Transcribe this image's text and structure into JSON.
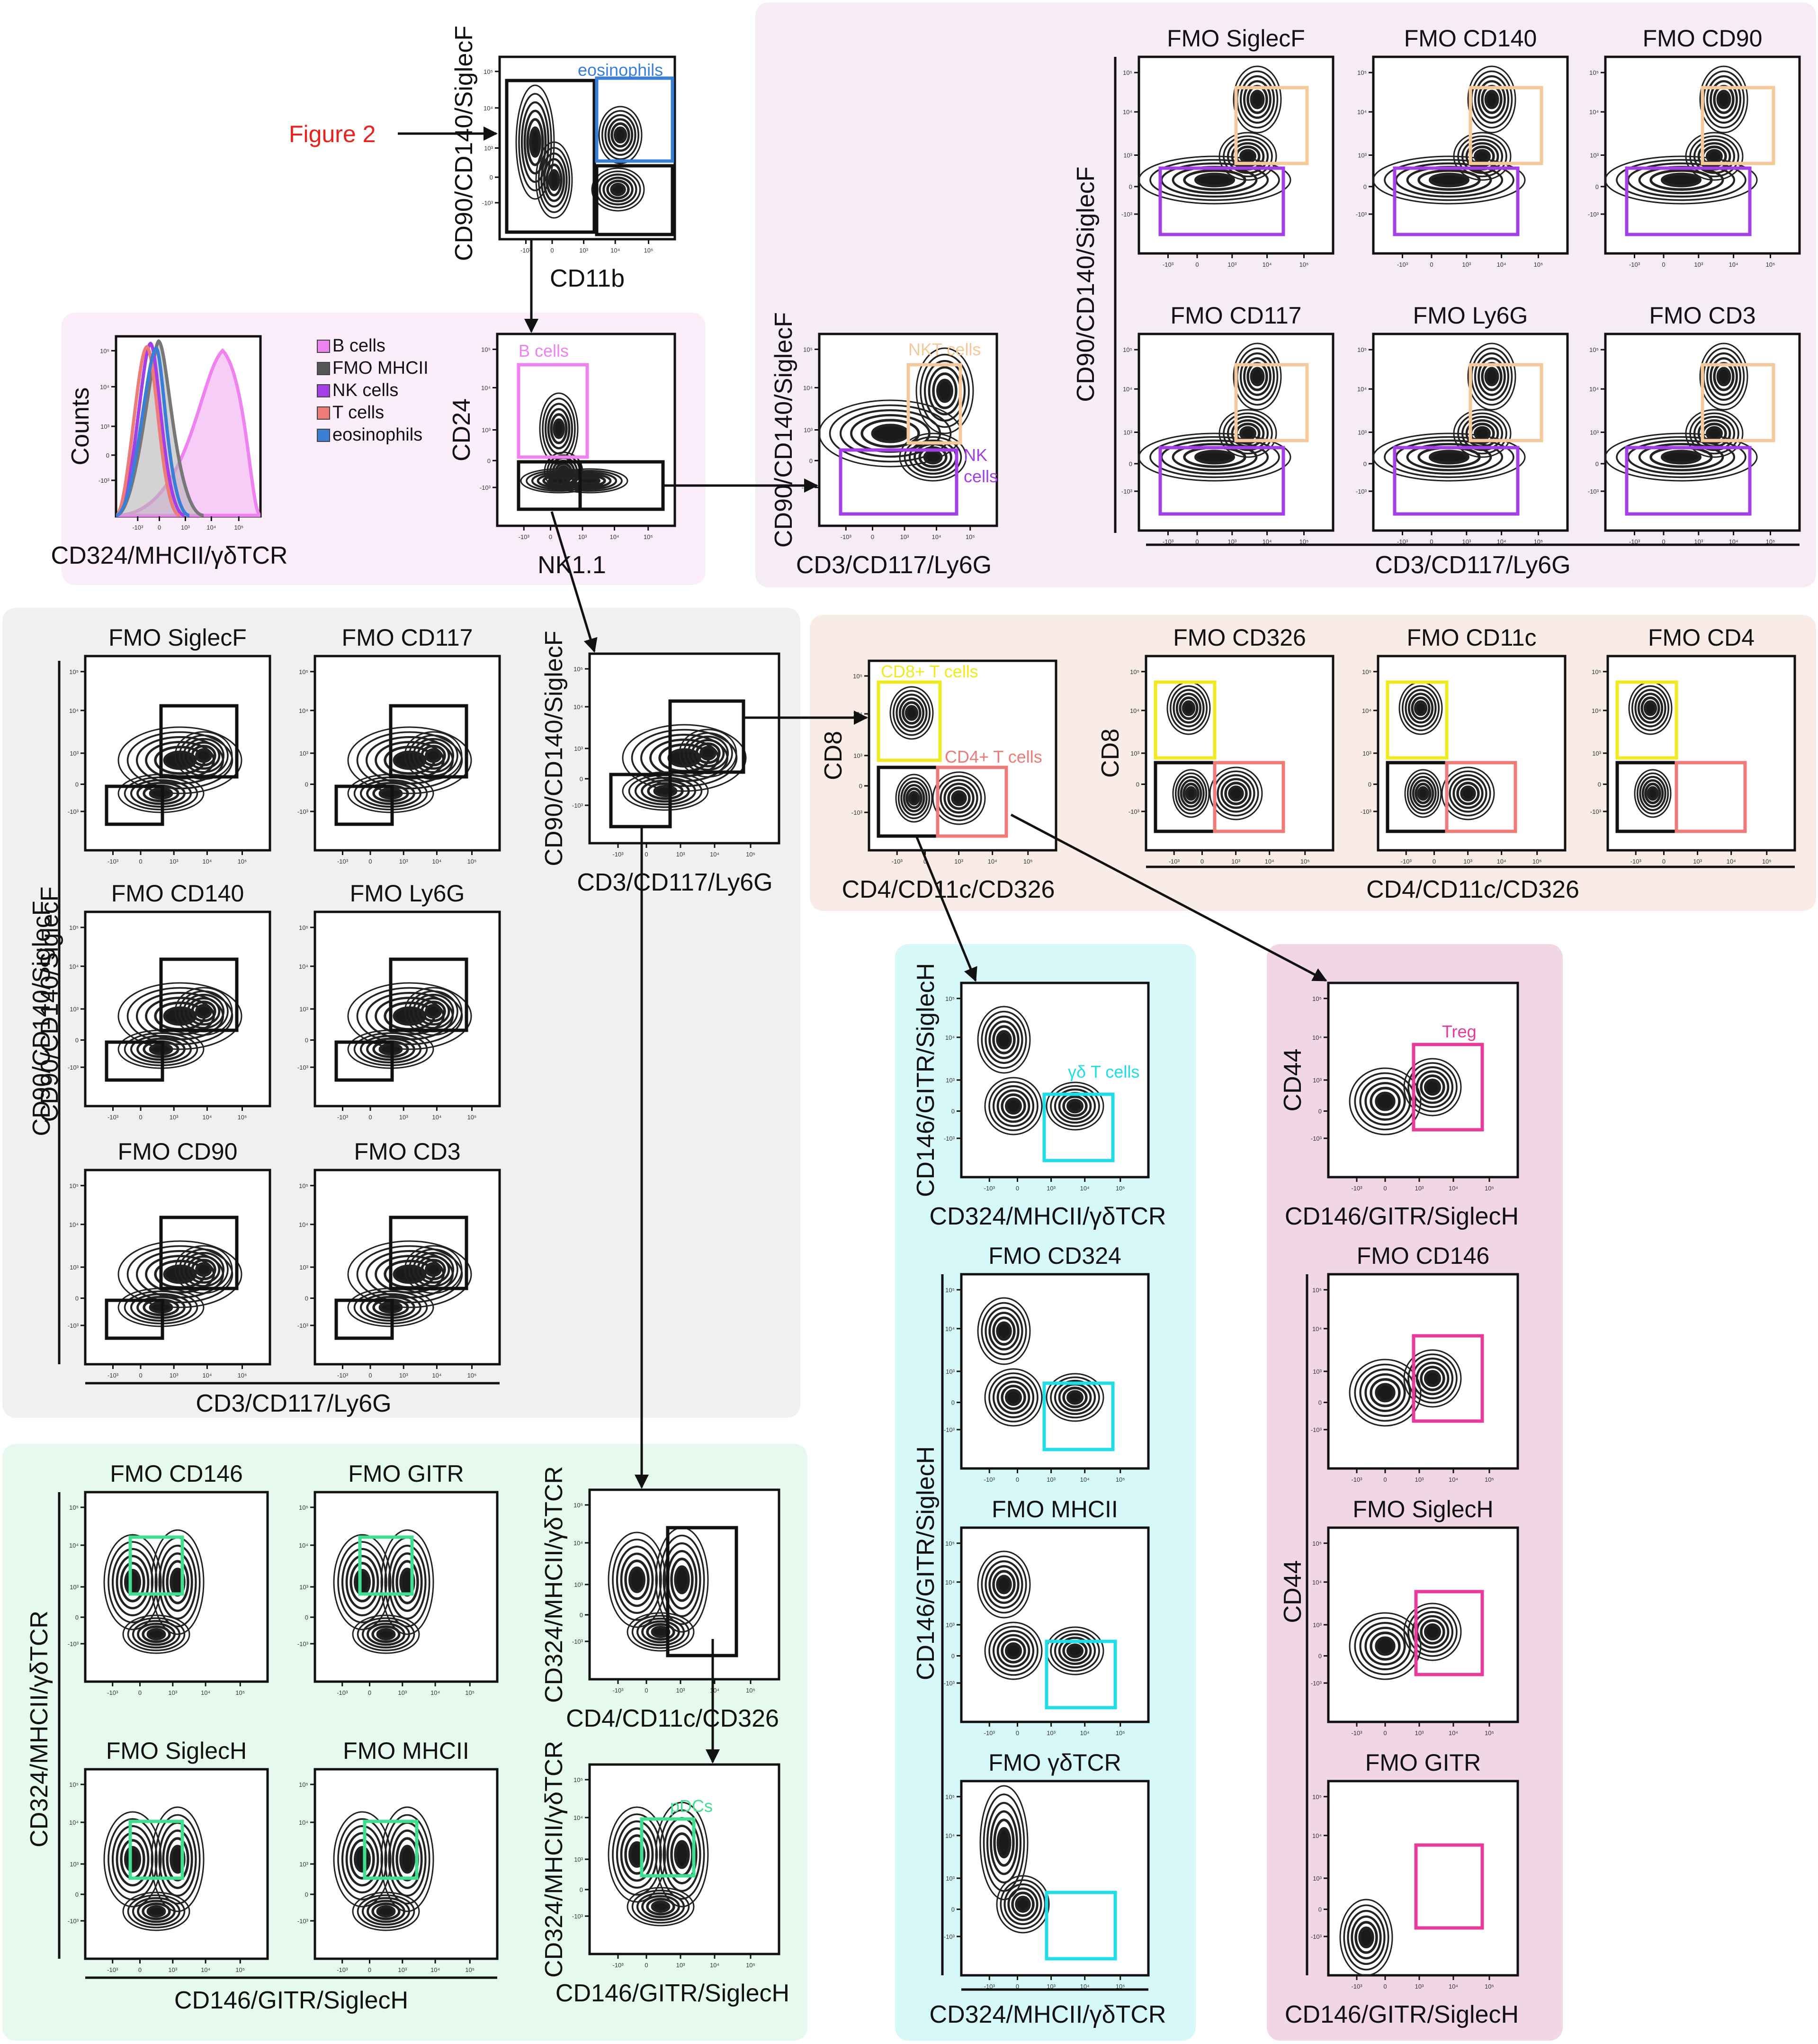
{
  "figure_ref": "Figure 2",
  "colors": {
    "eos_gate": "#3a7fd5",
    "b_gate": "#ee82ee",
    "nkt_gate": "#f5c99a",
    "nk_gate": "#a23fe6",
    "cd8_gate": "#f0ea22",
    "cd4_gate": "#ee7a7a",
    "gd_gate": "#22dde6",
    "treg_gate": "#e83a9a",
    "pdc_gate": "#3fdf8f",
    "figure_ref": "#e8221c",
    "bg_purple": "#f5ecf6",
    "bg_pink": "#fbeefa",
    "bg_gray": "#f0f0f0",
    "bg_salmon": "#f9ebe6",
    "bg_cyan": "#d7f8f9",
    "bg_mauve": "#f1d7e5",
    "bg_green": "#e6f9ee"
  },
  "axes": {
    "cd90_cd140_siglecf": "CD90/CD140/SiglecF",
    "cd11b": "CD11b",
    "counts": "Counts",
    "cd324_mhcii_gdtcr": "CD324/MHCII/γδTCR",
    "cd24": "CD24",
    "nk11": "NK1.1",
    "cd3_cd117_ly6g": "CD3/CD117/Ly6G",
    "cd8": "CD8",
    "cd4_cd11c_cd326": "CD4/CD11c/CD326",
    "cd146_gitr_siglech": "CD146/GITR/SiglecH",
    "cd44": "CD44"
  },
  "gate_labels": {
    "eosinophils": "eosinophils",
    "b_cells": "B cells",
    "nkt_cells": "NKT cells",
    "nk_cells_1": "NK",
    "nk_cells_2": "cells",
    "cd8_t": "CD8+ T cells",
    "cd4_t": "CD4+ T cells",
    "gd_t": "γδ T cells",
    "treg": "Treg",
    "pdcs": "pDCs"
  },
  "legend": [
    "B cells",
    "FMO MHCII",
    "NK cells",
    "T cells",
    "eosinophils"
  ],
  "fmo": {
    "siglecf": "FMO SiglecF",
    "cd140": "FMO CD140",
    "cd90": "FMO CD90",
    "cd117": "FMO CD117",
    "ly6g": "FMO Ly6G",
    "cd3": "FMO CD3",
    "cd326": "FMO CD326",
    "cd11c": "FMO CD11c",
    "cd4": "FMO CD4",
    "cd146": "FMO CD146",
    "gitr": "FMO GITR",
    "siglech": "FMO SiglecH",
    "mhcii": "FMO MHCII",
    "cd324": "FMO CD324",
    "gdtcr": "FMO γδTCR"
  },
  "ticks": {
    "x": [
      "-10³",
      "0",
      "10³",
      "10⁴",
      "10⁵"
    ],
    "y": [
      "10⁵",
      "10⁴",
      "10³",
      "0",
      "-10³"
    ]
  }
}
